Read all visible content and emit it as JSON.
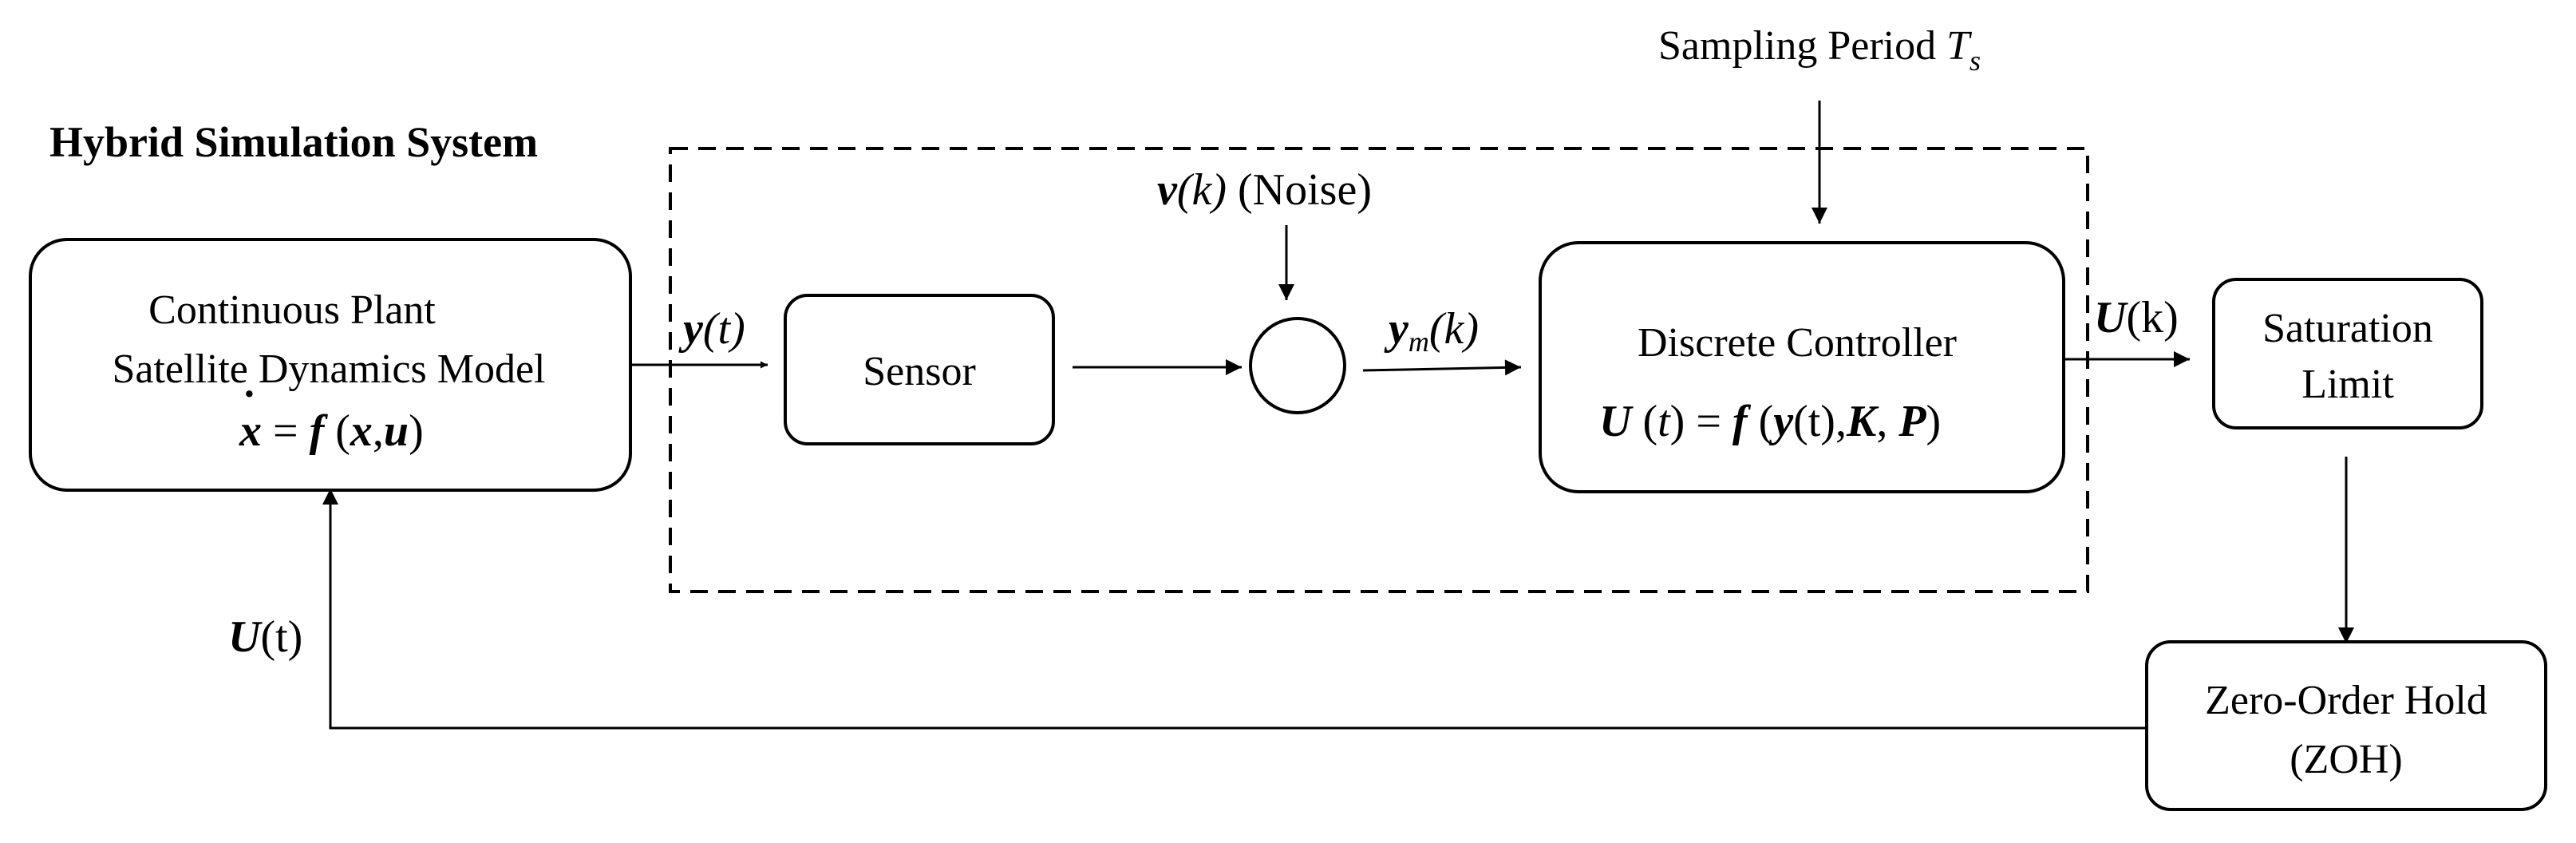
{
  "system_title": "Hybrid Simulation System",
  "sampling": {
    "text": "Sampling Period ",
    "symbol": "T",
    "subscript": "s"
  },
  "blocks": {
    "plant": {
      "line1": "Continuous Plant",
      "line2": "Satellite Dynamics Model",
      "eq": {
        "lhs": "x",
        "equals": " = ",
        "f": "f",
        "open": " (",
        "x": "x",
        "comma": ",",
        "u": "u",
        "close": ")"
      }
    },
    "sensor": {
      "label": "Sensor"
    },
    "controller": {
      "label": "Discrete Controller",
      "eq": {
        "lhs": "U",
        "arg_open": " (",
        "t": "t",
        "arg_close": ")",
        "equals": " = ",
        "f": "f",
        "open": " (",
        "y": "y",
        "yt": "(t)",
        "comma1": ",",
        "K": "K",
        "comma2": ", ",
        "P": "P",
        "close": ")"
      }
    },
    "saturation": {
      "line1": "Saturation",
      "line2": "Limit"
    },
    "zoh": {
      "line1": "Zero-Order Hold",
      "line2": "(ZOH)"
    }
  },
  "signals": {
    "y_t": {
      "var": "y",
      "arg": "(t)"
    },
    "noise": {
      "var": "v",
      "arg": "(k)",
      "text": " (Noise)"
    },
    "y_m": {
      "var": "y",
      "sub": "m",
      "arg": "(k)"
    },
    "u_k": {
      "var": "U",
      "arg": "(k)"
    },
    "u_t": {
      "var": "U",
      "arg": "(t)"
    }
  }
}
